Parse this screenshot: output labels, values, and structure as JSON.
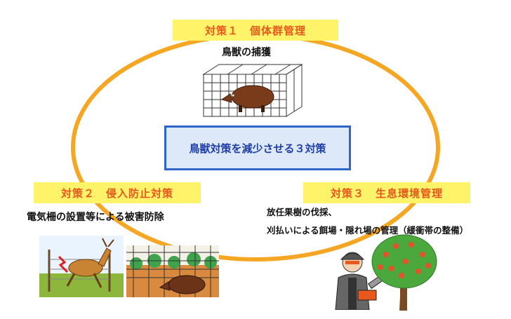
{
  "measure1": {
    "title": "対策１　個体群管理",
    "caption": "鳥獣の捕獲"
  },
  "center": {
    "text": "鳥獣対策を減少させる３対策"
  },
  "measure2": {
    "title": "対策２　侵入防止対策",
    "caption": "電気柵の設置等による被害防除"
  },
  "measure3": {
    "title": "対策３　生息環境管理",
    "lines": [
      "放任果樹の伐採、",
      "刈払いによる餌場・隠れ場の管理（緩衝帯の整備）"
    ]
  },
  "icons": {
    "cage": "animal-cage-trap-icon",
    "deer": "deer-electric-fence-icon",
    "boar_fence": "boar-fenced-field-icon",
    "worker": "chainsaw-worker-icon",
    "tree": "fruit-tree-icon"
  },
  "colors": {
    "ellipse": "#f5a623",
    "label_bg": "#fff36a",
    "label_text": "#e8581c",
    "center_border": "#2d66c8",
    "center_bg": "#dde8f8"
  }
}
